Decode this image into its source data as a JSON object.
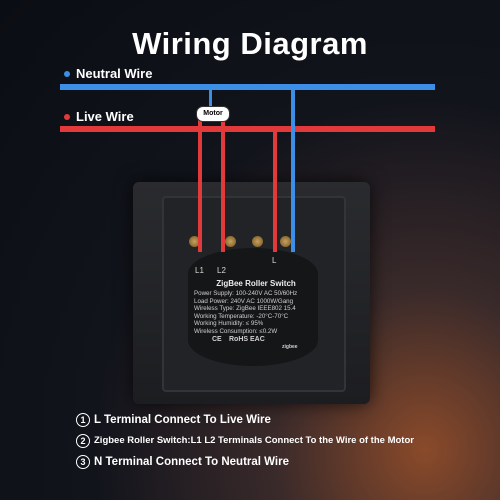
{
  "title": "Wiring Diagram",
  "colors": {
    "neutral": "#3c8ee6",
    "live": "#e23a3a"
  },
  "wires": {
    "neutral_label": "Neutral Wire",
    "live_label": "Live Wire",
    "motor_label": "Motor"
  },
  "device": {
    "title": "ZigBee Roller Switch",
    "terminals": [
      "L1",
      "L2",
      "L"
    ],
    "specs": [
      "Power Supply: 100-240V AC 50/60Hz",
      "Load Power: 240V AC 1000W/Gang",
      "Wireless Type: ZigBee IEEE802 15.4",
      "Working Temperature: -20°C-70°C",
      "Working Humidity: ≤ 95%",
      "Wireless Consumption: ≤0.2W"
    ],
    "certs": [
      "CE",
      "RoHS",
      "EAC",
      "zigbee"
    ]
  },
  "notes": [
    {
      "num": "1",
      "text": "L Terminal Connect To Live Wire"
    },
    {
      "num": "2",
      "text": "Zigbee Roller Switch:L1 L2 Terminals Connect To the Wire of the Motor"
    },
    {
      "num": "3",
      "text": "N Terminal Connect To Neutral Wire"
    }
  ]
}
